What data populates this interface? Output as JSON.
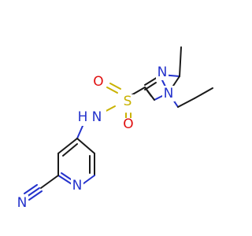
{
  "molecule": {
    "atoms": {
      "sulfur": "S",
      "oxygen_top": "O",
      "oxygen_bottom": "O",
      "nh_nitrogen": "N",
      "nh_hydrogen": "H",
      "imidazole_n3": "N",
      "imidazole_n1": "N",
      "pyridine_n": "N",
      "nitrile_n": "N"
    },
    "colors": {
      "carbon": "#1a1a1a",
      "nitrogen": "#2432cc",
      "oxygen": "#e01010",
      "sulfur": "#c9b200"
    }
  }
}
